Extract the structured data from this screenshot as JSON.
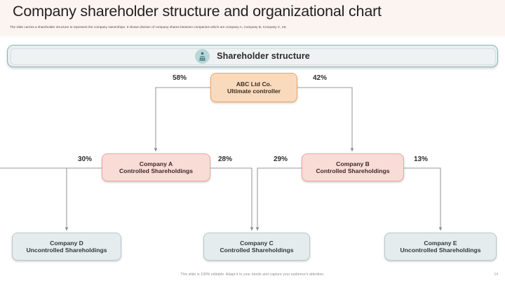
{
  "header": {
    "title": "Company shareholder structure and organizational chart",
    "subtitle": "The slide carries a shareholder structure to represent the company ownerships. It shows division of company shares between companies which are company A, Company B, Company C, etc"
  },
  "section": {
    "label": "Shareholder structure",
    "icon": "people-group-icon"
  },
  "chart_data": {
    "type": "diagram",
    "title": "Shareholder structure",
    "nodes": [
      {
        "id": "abc",
        "line1": "ABC Ltd Co.",
        "line2": "Ultimate controller",
        "style": "root"
      },
      {
        "id": "companyA",
        "line1": "Company A",
        "line2": "Controlled Shareholdings",
        "style": "mid"
      },
      {
        "id": "companyB",
        "line1": "Company B",
        "line2": "Controlled Shareholdings",
        "style": "mid"
      },
      {
        "id": "companyD",
        "line1": "Company D",
        "line2": "Uncontrolled Shareholdings",
        "style": "leaf"
      },
      {
        "id": "companyC",
        "line1": "Company C",
        "line2": "Controlled Shareholdings",
        "style": "leaf"
      },
      {
        "id": "companyE",
        "line1": "Company E",
        "line2": "Uncontrolled Shareholdings",
        "style": "leaf"
      }
    ],
    "edges": [
      {
        "from": "abc",
        "to": "companyA",
        "label": "58%"
      },
      {
        "from": "abc",
        "to": "companyB",
        "label": "42%"
      },
      {
        "from": "companyA",
        "to": "companyD",
        "label": "30%"
      },
      {
        "from": "companyA",
        "to": "companyC",
        "label": "28%"
      },
      {
        "from": "companyB",
        "to": "companyC",
        "label": "29%"
      },
      {
        "from": "companyB",
        "to": "companyE",
        "label": "13%"
      }
    ],
    "colors": {
      "root_fill": "#f9dabc",
      "root_border": "#e8a76d",
      "mid_fill": "#fadcd7",
      "mid_border": "#eda79d",
      "leaf_fill": "#e5ecee",
      "leaf_border": "#b9c8cc",
      "accent": "#8fb3b5",
      "header_band": "#fbf4f0",
      "connector": "#9a9a9a"
    }
  },
  "percent_labels": {
    "abc_left": "58%",
    "abc_right": "42%",
    "a_left": "30%",
    "a_right": "28%",
    "b_left": "29%",
    "b_right": "13%"
  },
  "footer": {
    "note": "This slide is 100% editable. Adapt it to your needs and capture your audience's attention.",
    "page": "14"
  }
}
